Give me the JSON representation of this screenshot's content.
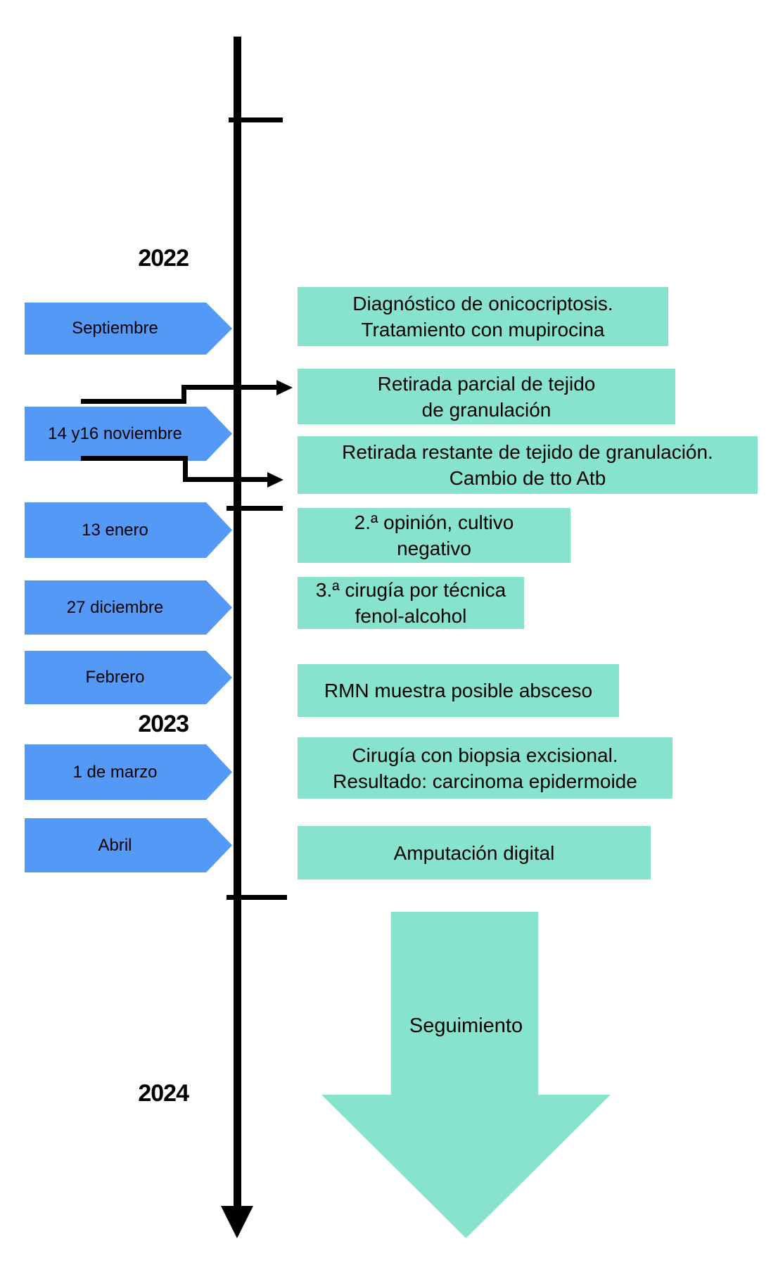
{
  "diagram": {
    "years": [
      {
        "label": "2022"
      },
      {
        "label": "2023"
      },
      {
        "label": "2024"
      }
    ],
    "dates": [
      {
        "label": "Septiembre"
      },
      {
        "label": "14 y16 noviembre"
      },
      {
        "label": "13 enero"
      },
      {
        "label": "27 diciembre"
      },
      {
        "label": "Febrero"
      },
      {
        "label": "1 de marzo"
      },
      {
        "label": "Abril"
      }
    ],
    "events": [
      {
        "line1": "Diagnóstico de onicocriptosis.",
        "line2": "Tratamiento con mupirocina"
      },
      {
        "line1": "Retirada parcial de tejido",
        "line2": "de granulación"
      },
      {
        "line1": "Retirada restante de tejido de granulación.",
        "line2": "Cambio de tto Atb"
      },
      {
        "line1": "2.ª opinión, cultivo",
        "line2": "negativo"
      },
      {
        "line1": "3.ª cirugía por técnica",
        "line2": "fenol-alcohol"
      },
      {
        "line1": "RMN muestra posible absceso"
      },
      {
        "line1": "Cirugía con biopsia excisional.",
        "line2": "Resultado: carcinoma epidermoide"
      },
      {
        "line1": "Amputación digital"
      }
    ],
    "followup": {
      "label": "Seguimiento"
    },
    "colors": {
      "date_arrow_blue": "#5599F7",
      "event_box_teal": "#87E3CD",
      "axis_black": "#000000",
      "background": "#FFFFFF"
    }
  }
}
